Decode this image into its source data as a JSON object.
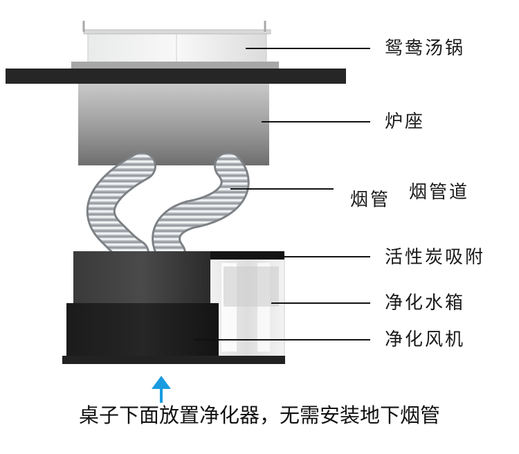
{
  "labels": {
    "pot": "鸳鸯汤锅",
    "stove_base": "炉座",
    "pipe": "烟管",
    "flue": "烟管道",
    "carbon": "活性炭吸附",
    "water_tank": "净化水箱",
    "fan": "净化风机"
  },
  "caption": "桌子下面放置净化器，无需安装地下烟管",
  "colors": {
    "arrow": "#1a9be0",
    "tabletop": "#262626",
    "leader": "#111111"
  },
  "icons": {
    "arrow": "arrow-up-icon"
  }
}
